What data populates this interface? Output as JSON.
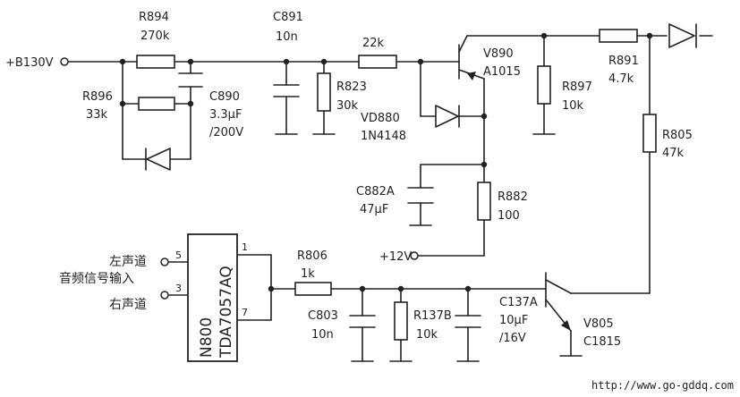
{
  "power": {
    "b130v": "+B130V",
    "plus12v": "+12V"
  },
  "components": {
    "r894": {
      "ref": "R894",
      "value": "270k"
    },
    "r896": {
      "ref": "R896",
      "value": "33k"
    },
    "c890": {
      "ref": "C890",
      "value": "3.3μF",
      "rating": "/200V"
    },
    "c891": {
      "ref": "C891",
      "value": "10n"
    },
    "r823": {
      "ref": "R823",
      "value": "30k"
    },
    "r22k": {
      "value": "22k"
    },
    "v890": {
      "ref": "V890",
      "part": "A1015"
    },
    "vd880": {
      "ref": "VD880",
      "part": "1N4148"
    },
    "r897": {
      "ref": "R897",
      "value": "10k"
    },
    "r891": {
      "ref": "R891",
      "value": "4.7k"
    },
    "r805": {
      "ref": "R805",
      "value": "47k"
    },
    "c882a": {
      "ref": "C882A",
      "value": "47μF"
    },
    "r882": {
      "ref": "R882",
      "value": "100"
    },
    "n800": {
      "ref": "N800",
      "part": "TDA7057AQ",
      "pins": [
        "5",
        "3",
        "1",
        "7"
      ]
    },
    "r806": {
      "ref": "R806",
      "value": "1k"
    },
    "c803": {
      "ref": "C803",
      "value": "10n"
    },
    "r137b": {
      "ref": "R137B",
      "value": "10k"
    },
    "c137a": {
      "ref": "C137A",
      "value": "10μF",
      "rating": "/16V"
    },
    "v805": {
      "ref": "V805",
      "part": "C1815"
    }
  },
  "inputs": {
    "left": "左声道",
    "group": "音频信号输入",
    "right": "右声道"
  },
  "watermark": "http://www.go-gddq.com"
}
